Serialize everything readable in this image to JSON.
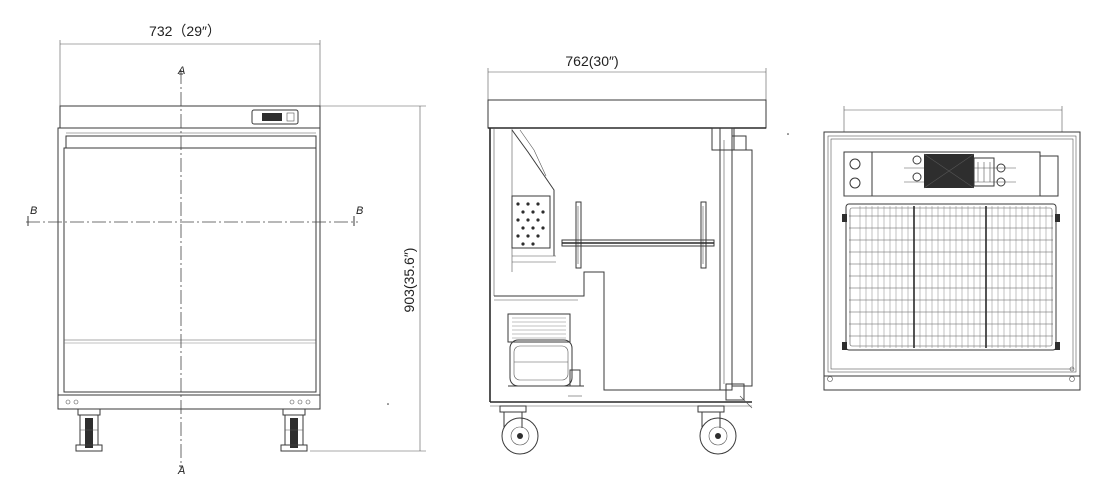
{
  "front_view": {
    "width_dimension": "732（29″）",
    "height_dimension": "903(35.6″)",
    "section_marker_a": "A",
    "section_marker_b": "B"
  },
  "side_view": {
    "depth_dimension": "762(30″)"
  },
  "colors": {
    "line": "#3a3a3a",
    "background": "#ffffff"
  }
}
